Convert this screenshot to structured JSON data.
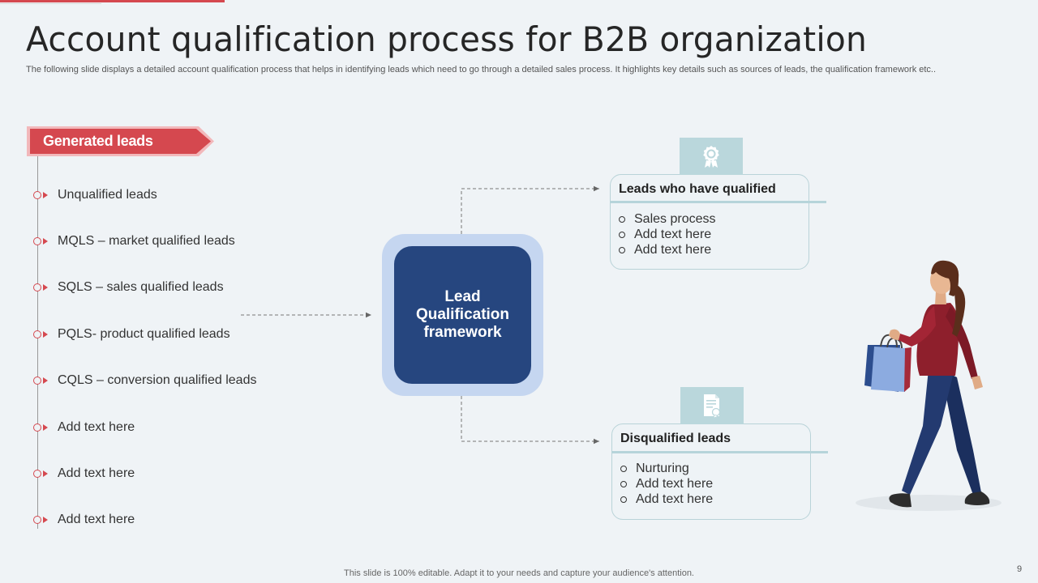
{
  "title": "Account qualification process for B2B organization",
  "subtitle": "The following slide displays a detailed account qualification process that helps in identifying leads which need to go through a detailed sales process. It highlights key details such as sources of leads, the qualification framework etc..",
  "generated": {
    "label": "Generated leads",
    "items": [
      "Unqualified leads",
      "MQLS – market qualified leads",
      "SQLS – sales qualified leads",
      "PQLS- product qualified leads",
      "CQLS – conversion  qualified leads",
      "Add text here",
      "Add text here",
      "Add text here"
    ]
  },
  "framework": {
    "label": "Lead Qualification framework"
  },
  "qualified": {
    "title": "Leads who have qualified",
    "icon": "award-badge-icon",
    "items": [
      "Sales process",
      "Add text here",
      "Add text here"
    ]
  },
  "disqualified": {
    "title": "Disqualified leads",
    "icon": "certificate-document-icon",
    "items": [
      "Nurturing",
      "Add text here",
      "Add text here"
    ]
  },
  "illustration": {
    "icon": "woman-shopping-bags-illustration"
  },
  "colors": {
    "accent": "#d5484f",
    "navy": "#26467f",
    "light_blue": "#c5d6f0",
    "teal_tab": "#bad7dc"
  },
  "footer": "This slide is 100% editable. Adapt it to your needs and capture your audience's attention.",
  "page_number": "9"
}
